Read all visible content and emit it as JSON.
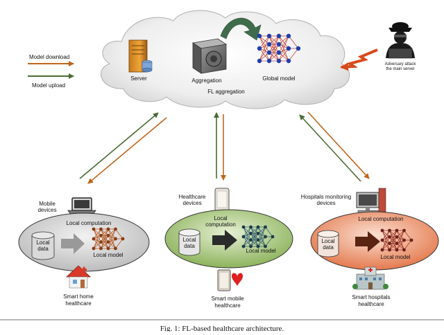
{
  "legend": {
    "download_label": "Model download",
    "upload_label": "Model upload",
    "download_color": "#c0651b",
    "upload_color": "#4a6a32"
  },
  "server": {
    "server_label": "Server",
    "aggregation_label": "Aggregation",
    "global_model_label": "Global model",
    "fl_aggregation_label": "FL aggregation"
  },
  "adversary": {
    "line1": "Adversary attack",
    "line2": "the main server",
    "bolt_color": "#d84a1a"
  },
  "clients": [
    {
      "device_line1": "Mobile",
      "device_line2": "devices",
      "local_computation": "Local computation",
      "local_computation_line2": "",
      "data_line1": "Local",
      "data_line2": "data",
      "model_label": "Local model",
      "name_line1": "Smart home",
      "name_line2": "healthcare",
      "fill_color": "#d0d0d0",
      "arrow_color": "#999999"
    },
    {
      "device_line1": "Healthcare",
      "device_line2": "devices",
      "local_computation": "Local",
      "local_computation_line2": "computation",
      "data_line1": "Local",
      "data_line2": "data",
      "model_label": "Local model",
      "name_line1": "Smart mobile",
      "name_line2": "healthcare",
      "fill_color": "#9cbf6e",
      "arrow_color": "#2b2b2b"
    },
    {
      "device_line1": "Hospitals monitoring",
      "device_line2": "devices",
      "local_computation": "Local computation",
      "local_computation_line2": "",
      "data_line1": "Local",
      "data_line2": "data",
      "model_label": "Local model",
      "name_line1": "Smart hospitals",
      "name_line2": "healthcare",
      "fill_color": "#ec8a62",
      "arrow_color": "#5a2413"
    }
  ],
  "caption": "Fig. 1: FL-based healthcare architecture."
}
